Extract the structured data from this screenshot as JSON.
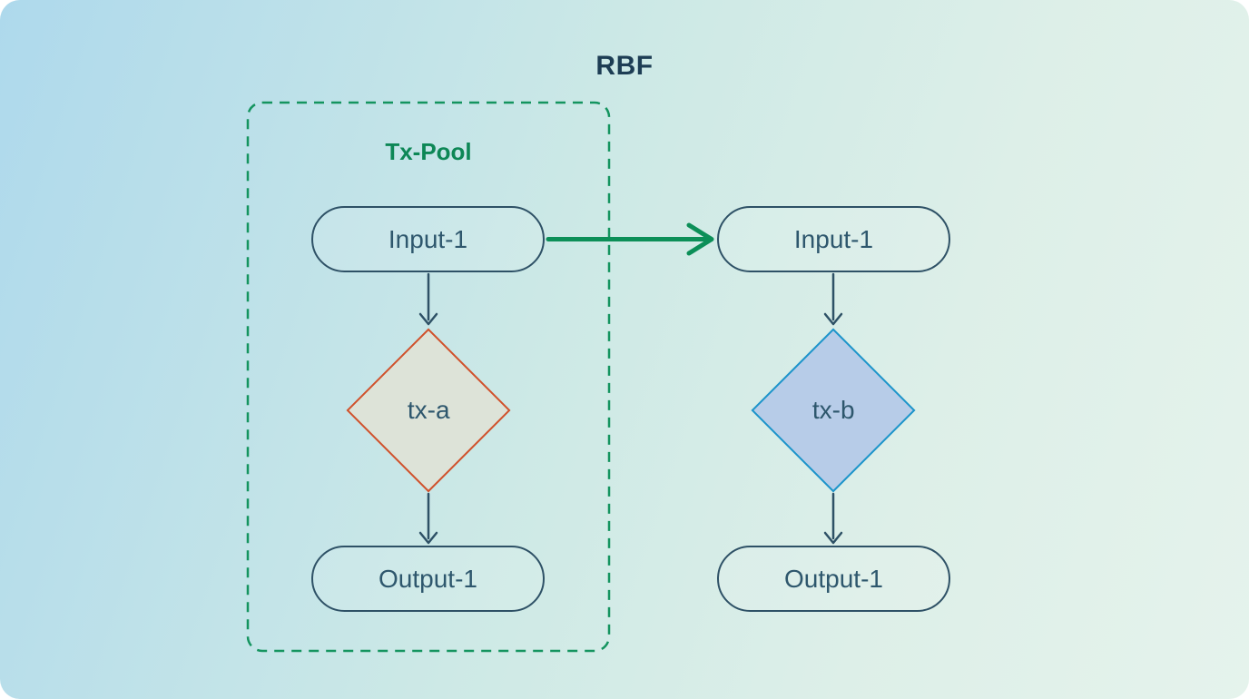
{
  "title": "RBF",
  "pool": {
    "label": "Tx-Pool"
  },
  "nodes": {
    "left_input": {
      "label": "Input-1",
      "shape": "pill"
    },
    "left_tx": {
      "label": "tx-a",
      "shape": "diamond"
    },
    "left_output": {
      "label": "Output-1",
      "shape": "pill"
    },
    "right_input": {
      "label": "Input-1",
      "shape": "pill"
    },
    "right_tx": {
      "label": "tx-b",
      "shape": "diamond"
    },
    "right_output": {
      "label": "Output-1",
      "shape": "pill"
    }
  },
  "edges": [
    {
      "from": "left_input",
      "to": "left_tx",
      "style": "navy-arrow"
    },
    {
      "from": "left_tx",
      "to": "left_output",
      "style": "navy-arrow"
    },
    {
      "from": "left_input",
      "to": "right_input",
      "style": "green-replace-arrow"
    },
    {
      "from": "right_input",
      "to": "right_tx",
      "style": "navy-arrow"
    },
    {
      "from": "right_tx",
      "to": "right_output",
      "style": "navy-arrow"
    }
  ],
  "colors": {
    "background_gradient_start": "#aed9ec",
    "background_gradient_end": "#e5f3ec",
    "title_text": "#1d3d54",
    "pool_dashed_border": "#14945f",
    "pool_label": "#0d8756",
    "node_border": "#2e5166",
    "node_text": "#2e576d",
    "replace_arrow": "#0c8f58",
    "tx_a_border": "#d0512c",
    "tx_a_fill": "#dde3d8",
    "tx_b_border": "#1d95ca",
    "tx_b_fill": "#b7cce8"
  }
}
